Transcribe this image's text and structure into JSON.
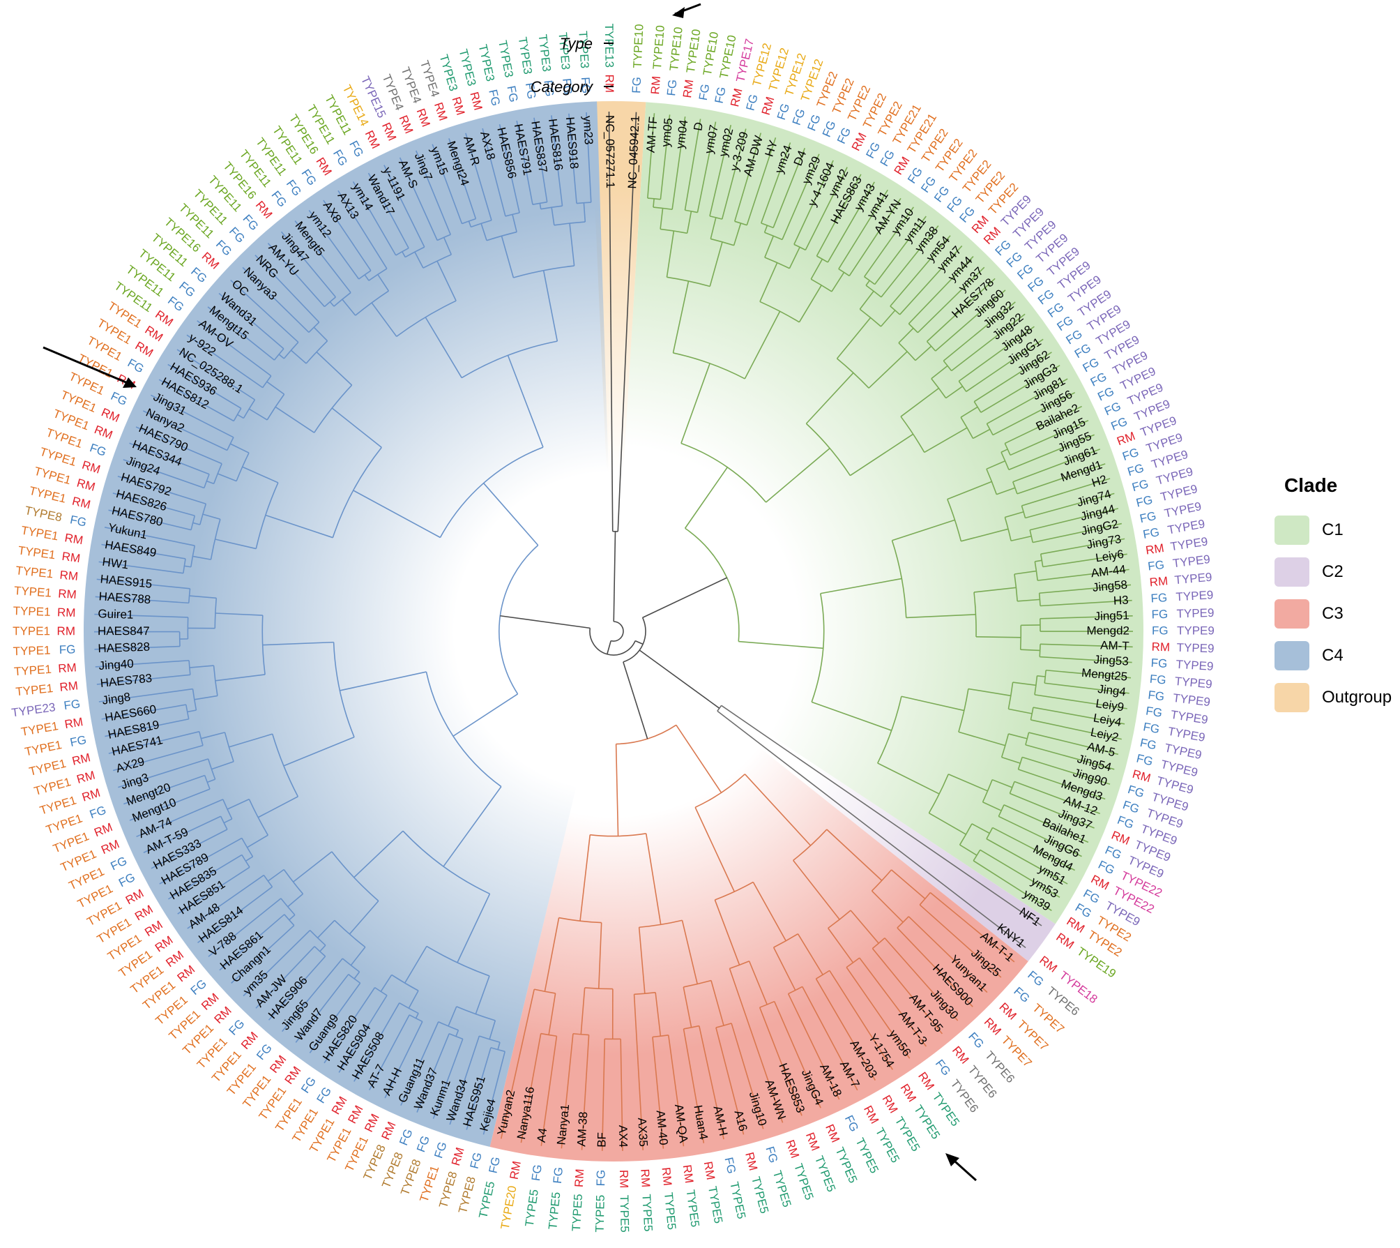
{
  "header": {
    "type_label": "Type",
    "category_label": "Category"
  },
  "legend": {
    "title": "Clade",
    "items": [
      {
        "label": "C1",
        "color": "#cfe8c4"
      },
      {
        "label": "C2",
        "color": "#ddd0e6"
      },
      {
        "label": "C3",
        "color": "#f2aaa1"
      },
      {
        "label": "C4",
        "color": "#a6bfd9"
      },
      {
        "label": "Outgroup",
        "color": "#f7d6a8"
      }
    ]
  },
  "category_colors": {
    "RM": "#e0202a",
    "FG": "#3d7fc0"
  },
  "type_colors": {
    "TYPE1": "#e06f1f",
    "TYPE2": "#e06f1f",
    "TYPE21": "#e06f1f",
    "TYPE7": "#e06f1f",
    "TYPE3": "#1f9a6f",
    "TYPE5": "#1f9a6f",
    "TYPE13": "#1f9a6f",
    "TYPE4": "#707070",
    "TYPE6": "#707070",
    "TYPE8": "#b07a2e",
    "TYPE9": "#7a66b8",
    "TYPE15": "#7a66b8",
    "TYPE23": "#7a66b8",
    "TYPE10": "#6aa621",
    "TYPE11": "#6aa621",
    "TYPE16": "#6aa621",
    "TYPE19": "#6aa621",
    "TYPE12": "#e8a812",
    "TYPE14": "#e8a812",
    "TYPE20": "#e8a812",
    "TYPE17": "#d43a9b",
    "TYPE18": "#d43a9b",
    "TYPE22": "#d43a9b"
  },
  "outgroup": {
    "leaves": [
      {
        "name": "NC_057271.1",
        "category": "RM",
        "type": "TYPE13"
      },
      {
        "name": "NC_045942.1",
        "category": "FG",
        "type": "TYPE10"
      }
    ]
  },
  "c1": {
    "leaves": [
      {
        "name": "AM-TF",
        "category": "RM",
        "type": "TYPE10"
      },
      {
        "name": "ym05",
        "category": "FG",
        "type": "TYPE10"
      },
      {
        "name": "ym04",
        "category": "RM",
        "type": "TYPE10"
      },
      {
        "name": "D",
        "category": "FG",
        "type": "TYPE10"
      },
      {
        "name": "ym07",
        "category": "FG",
        "type": "TYPE10"
      },
      {
        "name": "ym02",
        "category": "RM",
        "type": "TYPE17"
      },
      {
        "name": "y-3-209",
        "category": "FG",
        "type": "TYPE12"
      },
      {
        "name": "AM-DW",
        "category": "RM",
        "type": "TYPE12"
      },
      {
        "name": "HY",
        "category": "FG",
        "type": "TYPE12"
      },
      {
        "name": "ym24",
        "category": "FG",
        "type": "TYPE12"
      },
      {
        "name": "D4",
        "category": "FG",
        "type": "TYPE2"
      },
      {
        "name": "ym29",
        "category": "FG",
        "type": "TYPE2"
      },
      {
        "name": "y-4-1604",
        "category": "FG",
        "type": "TYPE2"
      },
      {
        "name": "ym42",
        "category": "RM",
        "type": "TYPE2"
      },
      {
        "name": "HAES863",
        "category": "FG",
        "type": "TYPE2"
      },
      {
        "name": "ym43",
        "category": "FG",
        "type": "TYPE21"
      },
      {
        "name": "ym41",
        "category": "RM",
        "type": "TYPE21"
      },
      {
        "name": "AM-YN",
        "category": "FG",
        "type": "TYPE2"
      },
      {
        "name": "ym10",
        "category": "FG",
        "type": "TYPE2"
      },
      {
        "name": "ym11",
        "category": "FG",
        "type": "TYPE2"
      },
      {
        "name": "ym38",
        "category": "FG",
        "type": "TYPE2"
      },
      {
        "name": "ym54",
        "category": "FG",
        "type": "TYPE2"
      },
      {
        "name": "ym47",
        "category": "RM",
        "type": "TYPE2"
      },
      {
        "name": "ym44",
        "category": "RM",
        "type": "TYPE9"
      },
      {
        "name": "ym37",
        "category": "FG",
        "type": "TYPE9"
      },
      {
        "name": "HAES778",
        "category": "FG",
        "type": "TYPE9"
      },
      {
        "name": "Jing60",
        "category": "FG",
        "type": "TYPE9"
      },
      {
        "name": "Jing32",
        "category": "FG",
        "type": "TYPE9"
      },
      {
        "name": "Jing22",
        "category": "FG",
        "type": "TYPE9"
      },
      {
        "name": "Jing48",
        "category": "FG",
        "type": "TYPE9"
      },
      {
        "name": "JingG1",
        "category": "FG",
        "type": "TYPE9"
      },
      {
        "name": "Jing62",
        "category": "FG",
        "type": "TYPE9"
      },
      {
        "name": "JingG3",
        "category": "FG",
        "type": "TYPE9"
      },
      {
        "name": "Jing81",
        "category": "FG",
        "type": "TYPE9"
      },
      {
        "name": "Jing56",
        "category": "FG",
        "type": "TYPE9"
      },
      {
        "name": "Bailahe2",
        "category": "FG",
        "type": "TYPE9"
      },
      {
        "name": "Jing15",
        "category": "FG",
        "type": "TYPE9"
      },
      {
        "name": "Jing55",
        "category": "FG",
        "type": "TYPE9"
      },
      {
        "name": "Jing61",
        "category": "RM",
        "type": "TYPE9"
      },
      {
        "name": "Mengd1",
        "category": "FG",
        "type": "TYPE9"
      },
      {
        "name": "H2",
        "category": "FG",
        "type": "TYPE9"
      },
      {
        "name": "Jing74",
        "category": "FG",
        "type": "TYPE9"
      },
      {
        "name": "Jing44",
        "category": "FG",
        "type": "TYPE9"
      },
      {
        "name": "JingG2",
        "category": "FG",
        "type": "TYPE9"
      },
      {
        "name": "Jing73",
        "category": "FG",
        "type": "TYPE9"
      },
      {
        "name": "Leiy6",
        "category": "RM",
        "type": "TYPE9"
      },
      {
        "name": "AM-44",
        "category": "FG",
        "type": "TYPE9"
      },
      {
        "name": "Jing58",
        "category": "RM",
        "type": "TYPE9"
      },
      {
        "name": "H3",
        "category": "FG",
        "type": "TYPE9"
      },
      {
        "name": "Jing51",
        "category": "FG",
        "type": "TYPE9"
      },
      {
        "name": "Mengd2",
        "category": "FG",
        "type": "TYPE9"
      },
      {
        "name": "AM-T",
        "category": "RM",
        "type": "TYPE9"
      },
      {
        "name": "Jing53",
        "category": "FG",
        "type": "TYPE9"
      },
      {
        "name": "Mengt25",
        "category": "FG",
        "type": "TYPE9"
      },
      {
        "name": "Jing4",
        "category": "FG",
        "type": "TYPE9"
      },
      {
        "name": "Leiy9",
        "category": "FG",
        "type": "TYPE9"
      },
      {
        "name": "Leiy4",
        "category": "FG",
        "type": "TYPE9"
      },
      {
        "name": "Leiy2",
        "category": "FG",
        "type": "TYPE9"
      },
      {
        "name": "AM-5",
        "category": "FG",
        "type": "TYPE9"
      },
      {
        "name": "Jing54",
        "category": "RM",
        "type": "TYPE9"
      },
      {
        "name": "Jing90",
        "category": "FG",
        "type": "TYPE9"
      },
      {
        "name": "Mengd3",
        "category": "FG",
        "type": "TYPE9"
      },
      {
        "name": "AM-12",
        "category": "FG",
        "type": "TYPE9"
      },
      {
        "name": "Jing37",
        "category": "RM",
        "type": "TYPE9"
      },
      {
        "name": "Bailahe1",
        "category": "FG",
        "type": "TYPE9"
      },
      {
        "name": "JingG6",
        "category": "FG",
        "type": "TYPE22"
      },
      {
        "name": "Mengd4",
        "category": "RM",
        "type": "TYPE22"
      },
      {
        "name": "ym51",
        "category": "FG",
        "type": "TYPE9"
      },
      {
        "name": "ym53",
        "category": "FG",
        "type": "TYPE2"
      },
      {
        "name": "ym39",
        "category": "RM",
        "type": "TYPE2"
      }
    ]
  },
  "c2": {
    "leaves": [
      {
        "name": "NF1",
        "category": "RM",
        "type": "TYPE19"
      },
      {
        "name": "KNY1",
        "category": "RM",
        "type": "TYPE18"
      }
    ]
  },
  "c3": {
    "leaves": [
      {
        "name": "AM-T-1",
        "category": "FG",
        "type": "TYPE6"
      },
      {
        "name": "Jing25",
        "category": "FG",
        "type": "TYPE7"
      },
      {
        "name": "Yunyan1",
        "category": "RM",
        "type": "TYPE7"
      },
      {
        "name": "HAES900",
        "category": "RM",
        "type": "TYPE7"
      },
      {
        "name": "Jing30",
        "category": "FG",
        "type": "TYPE6"
      },
      {
        "name": "AM-T-95",
        "category": "RM",
        "type": "TYPE6"
      },
      {
        "name": "AM-T-3",
        "category": "FG",
        "type": "TYPE6"
      },
      {
        "name": "ym56",
        "category": "RM",
        "type": "TYPE5"
      },
      {
        "name": "Y-1754",
        "category": "RM",
        "type": "TYPE5"
      },
      {
        "name": "AM-203",
        "category": "RM",
        "type": "TYPE5"
      },
      {
        "name": "AM-7",
        "category": "RM",
        "type": "TYPE5"
      },
      {
        "name": "AM-18",
        "category": "FG",
        "type": "TYPE5"
      },
      {
        "name": "JingG4",
        "category": "RM",
        "type": "TYPE5"
      },
      {
        "name": "HAES853",
        "category": "RM",
        "type": "TYPE5"
      },
      {
        "name": "AM-WN",
        "category": "RM",
        "type": "TYPE5"
      },
      {
        "name": "Jing10",
        "category": "FG",
        "type": "TYPE5"
      },
      {
        "name": "A16",
        "category": "RM",
        "type": "TYPE5"
      },
      {
        "name": "AM-H",
        "category": "FG",
        "type": "TYPE5"
      },
      {
        "name": "Huan4",
        "category": "RM",
        "type": "TYPE5"
      },
      {
        "name": "AM-QA",
        "category": "RM",
        "type": "TYPE5"
      },
      {
        "name": "AM-40",
        "category": "RM",
        "type": "TYPE5"
      },
      {
        "name": "AX35",
        "category": "RM",
        "type": "TYPE5"
      },
      {
        "name": "AX4",
        "category": "RM",
        "type": "TYPE5"
      },
      {
        "name": "BF",
        "category": "FG",
        "type": "TYPE5"
      },
      {
        "name": "AM-38",
        "category": "RM",
        "type": "TYPE5"
      },
      {
        "name": "Nanya1",
        "category": "FG",
        "type": "TYPE5"
      },
      {
        "name": "A4",
        "category": "FG",
        "type": "TYPE5"
      },
      {
        "name": "Nanya116",
        "category": "RM",
        "type": "TYPE20"
      },
      {
        "name": "Yunyan2",
        "category": "FG",
        "type": "TYPE5"
      }
    ]
  },
  "c4": {
    "leaves": [
      {
        "name": "Kejie4",
        "category": "FG",
        "type": "TYPE8"
      },
      {
        "name": "HAES951",
        "category": "RM",
        "type": "TYPE8"
      },
      {
        "name": "Wand34",
        "category": "FG",
        "type": "TYPE1"
      },
      {
        "name": "Kunm1",
        "category": "FG",
        "type": "TYPE8"
      },
      {
        "name": "Wand37",
        "category": "FG",
        "type": "TYPE8"
      },
      {
        "name": "Guang11",
        "category": "RM",
        "type": "TYPE8"
      },
      {
        "name": "AH-H",
        "category": "RM",
        "type": "TYPE1"
      },
      {
        "name": "AT-7",
        "category": "RM",
        "type": "TYPE1"
      },
      {
        "name": "HAES508",
        "category": "RM",
        "type": "TYPE1"
      },
      {
        "name": "HAES904",
        "category": "FG",
        "type": "TYPE1"
      },
      {
        "name": "HAES820",
        "category": "FG",
        "type": "TYPE1"
      },
      {
        "name": "Guang9",
        "category": "RM",
        "type": "TYPE1"
      },
      {
        "name": "Wand7",
        "category": "RM",
        "type": "TYPE1"
      },
      {
        "name": "Jing65",
        "category": "FG",
        "type": "TYPE1"
      },
      {
        "name": "HAES906",
        "category": "RM",
        "type": "TYPE1"
      },
      {
        "name": "AM-JW",
        "category": "FG",
        "type": "TYPE1"
      },
      {
        "name": "ym35",
        "category": "RM",
        "type": "TYPE1"
      },
      {
        "name": "Changn1",
        "category": "RM",
        "type": "TYPE1"
      },
      {
        "name": "HAES861",
        "category": "FG",
        "type": "TYPE1"
      },
      {
        "name": "V-788",
        "category": "RM",
        "type": "TYPE1"
      },
      {
        "name": "HAES814",
        "category": "RM",
        "type": "TYPE1"
      },
      {
        "name": "AM-48",
        "category": "RM",
        "type": "TYPE1"
      },
      {
        "name": "HAES851",
        "category": "RM",
        "type": "TYPE1"
      },
      {
        "name": "HAES835",
        "category": "RM",
        "type": "TYPE1"
      },
      {
        "name": "HAES789",
        "category": "RM",
        "type": "TYPE1"
      },
      {
        "name": "HAES333",
        "category": "FG",
        "type": "TYPE1"
      },
      {
        "name": "AM-T-59",
        "category": "FG",
        "type": "TYPE1"
      },
      {
        "name": "AM-74",
        "category": "RM",
        "type": "TYPE1"
      },
      {
        "name": "Mengt10",
        "category": "RM",
        "type": "TYPE1"
      },
      {
        "name": "Mengt20",
        "category": "FG",
        "type": "TYPE1"
      },
      {
        "name": "Jing3",
        "category": "RM",
        "type": "TYPE1"
      },
      {
        "name": "AX29",
        "category": "RM",
        "type": "TYPE1"
      },
      {
        "name": "HAES741",
        "category": "RM",
        "type": "TYPE1"
      },
      {
        "name": "HAES819",
        "category": "FG",
        "type": "TYPE1"
      },
      {
        "name": "HAES660",
        "category": "RM",
        "type": "TYPE1"
      },
      {
        "name": "Jing8",
        "category": "FG",
        "type": "TYPE23"
      },
      {
        "name": "HAES783",
        "category": "RM",
        "type": "TYPE1"
      },
      {
        "name": "Jing40",
        "category": "RM",
        "type": "TYPE1"
      },
      {
        "name": "HAES828",
        "category": "FG",
        "type": "TYPE1"
      },
      {
        "name": "HAES847",
        "category": "RM",
        "type": "TYPE1"
      },
      {
        "name": "Guire1",
        "category": "RM",
        "type": "TYPE1"
      },
      {
        "name": "HAES788",
        "category": "RM",
        "type": "TYPE1"
      },
      {
        "name": "HAES915",
        "category": "RM",
        "type": "TYPE1"
      },
      {
        "name": "HW1",
        "category": "RM",
        "type": "TYPE1"
      },
      {
        "name": "HAES849",
        "category": "RM",
        "type": "TYPE1"
      },
      {
        "name": "Yukun1",
        "category": "FG",
        "type": "TYPE8"
      },
      {
        "name": "HAES780",
        "category": "RM",
        "type": "TYPE1"
      },
      {
        "name": "HAES826",
        "category": "RM",
        "type": "TYPE1"
      },
      {
        "name": "HAES792",
        "category": "RM",
        "type": "TYPE1"
      },
      {
        "name": "Jing24",
        "category": "FG",
        "type": "TYPE1"
      },
      {
        "name": "HAES344",
        "category": "RM",
        "type": "TYPE1"
      },
      {
        "name": "HAES790",
        "category": "RM",
        "type": "TYPE1"
      },
      {
        "name": "Nanya2",
        "category": "FG",
        "type": "TYPE1"
      },
      {
        "name": "Jing31",
        "category": "RM",
        "type": "TYPE1"
      },
      {
        "name": "HAES812",
        "category": "FG",
        "type": "TYPE1"
      },
      {
        "name": "HAES936",
        "category": "RM",
        "type": "TYPE1"
      },
      {
        "name": "NC_025288.1",
        "category": "RM",
        "type": "TYPE1"
      },
      {
        "name": "y-922",
        "category": "RM",
        "type": "TYPE11"
      },
      {
        "name": "AM-OV",
        "category": "FG",
        "type": "TYPE11"
      },
      {
        "name": "Mengt15",
        "category": "FG",
        "type": "TYPE11"
      },
      {
        "name": "Wand31",
        "category": "FG",
        "type": "TYPE11"
      },
      {
        "name": "OC",
        "category": "RM",
        "type": "TYPE16"
      },
      {
        "name": "Nanya3",
        "category": "FG",
        "type": "TYPE11"
      },
      {
        "name": "NRG",
        "category": "FG",
        "type": "TYPE11"
      },
      {
        "name": "AM-YU",
        "category": "FG",
        "type": "TYPE11"
      },
      {
        "name": "Jing47",
        "category": "RM",
        "type": "TYPE16"
      },
      {
        "name": "Mengt5",
        "category": "FG",
        "type": "TYPE11"
      },
      {
        "name": "ym12",
        "category": "FG",
        "type": "TYPE11"
      },
      {
        "name": "AX8",
        "category": "FG",
        "type": "TYPE11"
      },
      {
        "name": "AX13",
        "category": "RM",
        "type": "TYPE16"
      },
      {
        "name": "ym14",
        "category": "FG",
        "type": "TYPE11"
      },
      {
        "name": "Wand17",
        "category": "FG",
        "type": "TYPE11"
      },
      {
        "name": "y-1191",
        "category": "RM",
        "type": "TYPE14"
      },
      {
        "name": "AM-S",
        "category": "RM",
        "type": "TYPE15"
      },
      {
        "name": "Jing7",
        "category": "RM",
        "type": "TYPE4"
      },
      {
        "name": "ym15",
        "category": "RM",
        "type": "TYPE4"
      },
      {
        "name": "Mengt24",
        "category": "RM",
        "type": "TYPE4"
      },
      {
        "name": "AM-R",
        "category": "RM",
        "type": "TYPE3"
      },
      {
        "name": "AX18",
        "category": "RM",
        "type": "TYPE3"
      },
      {
        "name": "HAES856",
        "category": "FG",
        "type": "TYPE3"
      },
      {
        "name": "HAES791",
        "category": "FG",
        "type": "TYPE3"
      },
      {
        "name": "HAES837",
        "category": "FG",
        "type": "TYPE3"
      },
      {
        "name": "HAES816",
        "category": "FG",
        "type": "TYPE3"
      },
      {
        "name": "HAES918",
        "category": "FG",
        "type": "TYPE3"
      },
      {
        "name": "ym23",
        "category": "FG",
        "type": "TYPE3"
      }
    ]
  }
}
